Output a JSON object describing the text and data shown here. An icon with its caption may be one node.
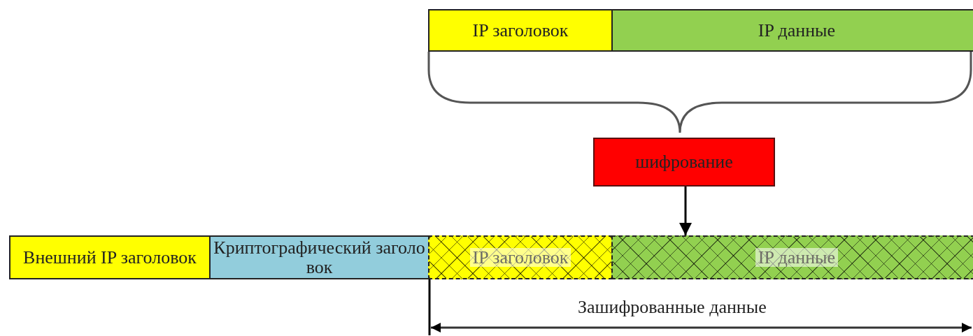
{
  "diagram": {
    "nodes": [
      {
        "text": [
          "IP заголовок"
        ]
      },
      {
        "text": [
          "IP данные"
        ]
      },
      {
        "text": [
          "шифрование"
        ]
      },
      {
        "text": [
          "Внешний IP заголовок"
        ]
      },
      {
        "text": [
          "Криптографический заголовок"
        ]
      },
      {
        "text": [
          "IP заголовок"
        ]
      },
      {
        "text": [
          "IP данные"
        ]
      }
    ],
    "edges": [
      {
        "from": 2,
        "to": 6,
        "arrow": "to"
      }
    ],
    "labels": [
      "Зашифрованные данные"
    ]
  }
}
